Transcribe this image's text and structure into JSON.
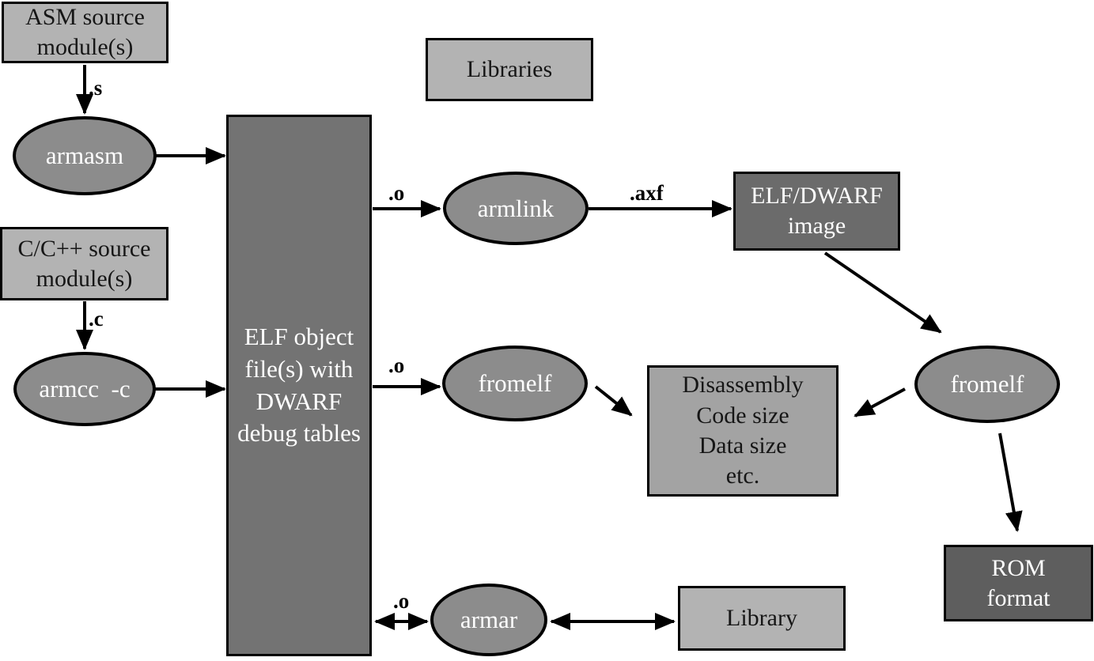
{
  "nodes": {
    "asm_source_box": {
      "lines": [
        "ASM source",
        "module(s)"
      ]
    },
    "libraries_box": {
      "lines": [
        "Libraries"
      ]
    },
    "cpp_source_box": {
      "lines": [
        "C/C++ source",
        "module(s)"
      ]
    },
    "elf_object_box": {
      "lines": [
        "ELF object",
        "file(s) with",
        "DWARF",
        "debug tables"
      ]
    },
    "elf_dwarf_image_box": {
      "lines": [
        "ELF/DWARF",
        "image"
      ]
    },
    "disassembly_box": {
      "lines": [
        "Disassembly",
        "Code size",
        "Data size",
        "etc."
      ]
    },
    "rom_format_box": {
      "lines": [
        "ROM",
        "format"
      ]
    },
    "library_box": {
      "lines": [
        "Library"
      ]
    },
    "armasm_ellipse": {
      "label": "armasm"
    },
    "armcc_ellipse": {
      "label": "armcc  -c"
    },
    "armlink_ellipse": {
      "label": "armlink"
    },
    "fromelf_mid_ellipse": {
      "label": "fromelf"
    },
    "fromelf_right_ellipse": {
      "label": "fromelf"
    },
    "armar_ellipse": {
      "label": "armar"
    }
  },
  "edge_labels": {
    "dot_s": ".s",
    "dot_c": ".c",
    "dot_o_top": ".o",
    "dot_o_mid": ".o",
    "dot_o_bottom": ".o",
    "dot_axf": ".axf"
  },
  "colors": {
    "background": "#ffffff",
    "light_box_fill": "#b3b3b3",
    "medium_box_fill": "#a3a3a3",
    "tall_box_fill": "#737373",
    "dark_box_fill": "#6b6b6b",
    "darkest_box_fill": "#5e5e5e",
    "ellipse_fill": "#8c8c8c",
    "stroke": "#000000",
    "text_dark": "#161616",
    "text_light": "#ffffff"
  }
}
